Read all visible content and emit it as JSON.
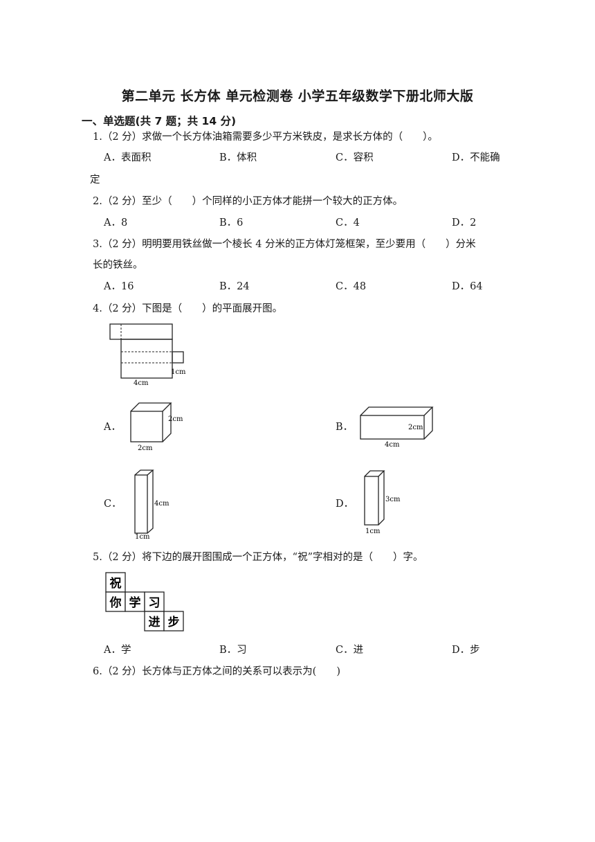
{
  "title": "第二单元  长方体  单元检测卷  小学五年级数学下册北师大版",
  "section": "一、单选题(共 7 题；共 14 分)",
  "questions": [
    {
      "text": "1.（2 分）求做一个长方体油箱需要多少平方米铁皮，是求长方体的（　　）。",
      "options": [
        "A．表面积",
        "B．体积",
        "C．容积",
        "D．不能确"
      ],
      "wrap": "定"
    },
    {
      "text": "2.（2 分）至少（　　）个同样的小正方体才能拼一个较大的正方体。",
      "options": [
        "A．8",
        "B．6",
        "C．4",
        "D．2"
      ]
    },
    {
      "text": "3.（2 分）明明要用铁丝做一个棱长 4 分米的正方体灯笼框架，至少要用（　　）分米",
      "text2": "长的铁丝。",
      "options": [
        "A．16",
        "B．24",
        "C．48",
        "D．64"
      ]
    },
    {
      "text": "4.（2 分）下图是（　　）的平面展开图。",
      "net_labels": {
        "width": "4cm",
        "side": "1cm"
      },
      "options": [
        {
          "label": "A．",
          "dim1": "2cm",
          "dim2": "2cm"
        },
        {
          "label": "B．",
          "dim1": "2cm",
          "dim2": "4cm"
        },
        {
          "label": "C．",
          "dim1": "4cm",
          "dim2": "1cm"
        },
        {
          "label": "D．",
          "dim1": "3cm",
          "dim2": "1cm"
        }
      ]
    },
    {
      "text": "5.（2 分）将下边的展开图围成一个正方体，“祝”字相对的是（　　）字。",
      "cells": [
        "祝",
        "你",
        "学",
        "习",
        "进",
        "步"
      ],
      "options": [
        "A．学",
        "B．习",
        "C．进",
        "D．步"
      ]
    },
    {
      "text": "6.（2 分）长方体与正方体之间的关系可以表示为(　　)"
    }
  ]
}
